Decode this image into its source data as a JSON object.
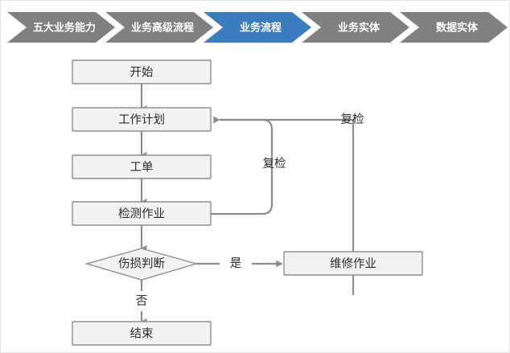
{
  "breadcrumb": {
    "active_color": "#3a7cbe",
    "inactive_color": "#808080",
    "steps": [
      {
        "label": "五大业务能力",
        "active": false
      },
      {
        "label": "业务高级流程",
        "active": false
      },
      {
        "label": "业务流程",
        "active": true
      },
      {
        "label": "业务实体",
        "active": false
      },
      {
        "label": "数据实体",
        "active": false
      }
    ]
  },
  "flowchart": {
    "node_fill": "#f2f2f2",
    "node_stroke": "#8f8f8f",
    "edge_color": "#8c8c8c",
    "nodes": [
      {
        "id": "start",
        "type": "box",
        "label": "开始"
      },
      {
        "id": "work_plan",
        "type": "box",
        "label": "工作计划"
      },
      {
        "id": "work_order",
        "type": "box",
        "label": "工单"
      },
      {
        "id": "inspection",
        "type": "box",
        "label": "检测作业"
      },
      {
        "id": "decision",
        "type": "diamond",
        "label": "伤损判断"
      },
      {
        "id": "repair",
        "type": "box",
        "label": "维修作业"
      },
      {
        "id": "end",
        "type": "box",
        "label": "结束"
      }
    ],
    "edge_labels": [
      {
        "id": "recheck_inner",
        "label": "复检"
      },
      {
        "id": "recheck_outer",
        "label": "复检"
      },
      {
        "id": "yes",
        "label": "是"
      },
      {
        "id": "no",
        "label": "否"
      }
    ]
  }
}
